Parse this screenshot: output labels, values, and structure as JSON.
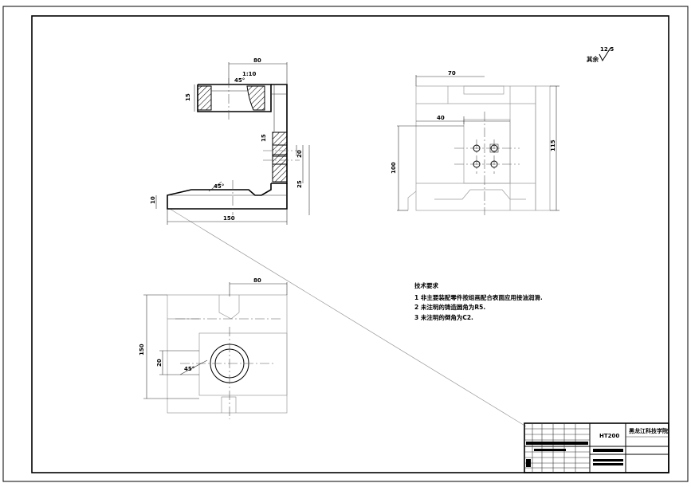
{
  "drawing": {
    "roughness_note": "其余",
    "roughness_value": "12.5",
    "notes_title": "技术要求",
    "notes": [
      "1 非主要装配零件按组画配合表面应用接油润滑.",
      "2 未注明的铸造圆角为R5.",
      "3 未注明的倒角为C2."
    ],
    "material": "HT200",
    "school": "黑龙江科技学院",
    "front_dims": {
      "top_width": "80",
      "ratio": "1:10",
      "angle": "45°",
      "left_height": "15",
      "right_h1": "20",
      "right_h2": "25",
      "right_h3": "15",
      "bottom_width": "150",
      "base_h": "10",
      "base_angle": "45°"
    },
    "side_dims": {
      "top_width": "70",
      "mid_width": "40",
      "right_height": "115",
      "left_height": "100"
    },
    "top_dims": {
      "top_width": "80",
      "left_height": "150",
      "inner_height": "20",
      "angle": "45°"
    }
  }
}
